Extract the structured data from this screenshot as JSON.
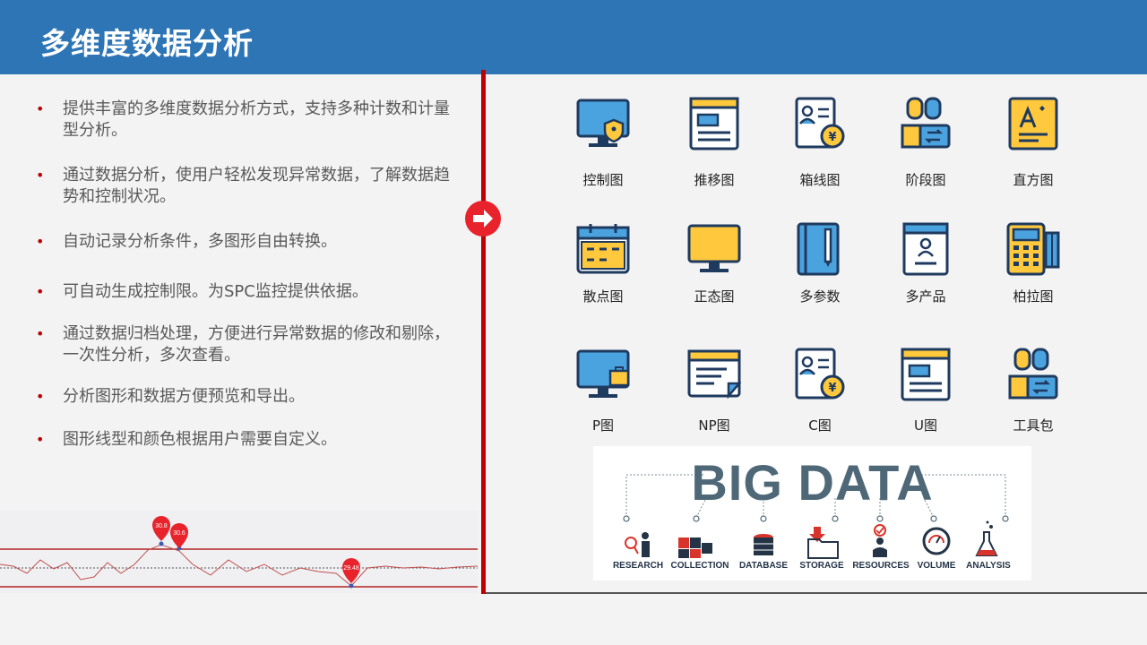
{
  "header": {
    "title": "多维度数据分析"
  },
  "bullets": [
    "提供丰富的多维度数据分析方式，支持多种计数和计量型分析。",
    "通过数据分析，使用户轻松发现异常数据，了解数据趋势和控制状况。",
    "自动记录分析条件，多图形自由转换。",
    "可自动生成控制限。为SPC监控提供依据。",
    "通过数据归档处理，方便进行异常数据的修改和剔除，一次性分析，多次查看。",
    "分析图形和数据方便预览和导出。",
    "图形线型和颜色根据用户需要自定义。"
  ],
  "bullet_marker": "•",
  "chart": {
    "labels": [
      "30.8",
      "30.6",
      "29.48"
    ]
  },
  "icons": [
    {
      "label": "控制图",
      "icon": "monitor-shield-icon"
    },
    {
      "label": "推移图",
      "icon": "browser-window-icon"
    },
    {
      "label": "箱线图",
      "icon": "id-card-coin-icon"
    },
    {
      "label": "阶段图",
      "icon": "user-card-transfer-icon"
    },
    {
      "label": "直方图",
      "icon": "document-edit-icon"
    },
    {
      "label": "散点图",
      "icon": "calendar-icon"
    },
    {
      "label": "正态图",
      "icon": "monitor-icon"
    },
    {
      "label": "多参数",
      "icon": "notebook-pen-icon"
    },
    {
      "label": "多产品",
      "icon": "id-badge-icon"
    },
    {
      "label": "柏拉图",
      "icon": "pos-terminal-icon"
    },
    {
      "label": "P图",
      "icon": "monitor-briefcase-icon"
    },
    {
      "label": "NP图",
      "icon": "document-window-icon"
    },
    {
      "label": "C图",
      "icon": "id-card-coin-icon"
    },
    {
      "label": "U图",
      "icon": "browser-window-icon"
    },
    {
      "label": "工具包",
      "icon": "user-card-transfer-icon"
    }
  ],
  "bigdata": {
    "title": "BIG DATA",
    "items": [
      "RESEARCH",
      "COLLECTION",
      "DATABASE",
      "STORAGE",
      "RESOURCES",
      "VOLUME",
      "ANALYSIS"
    ]
  },
  "colors": {
    "header": "#2e75b6",
    "accent_red": "#c00000",
    "icon_navy": "#1f3a5f",
    "icon_yellow": "#ffc83d",
    "icon_blue": "#4aa3df"
  }
}
